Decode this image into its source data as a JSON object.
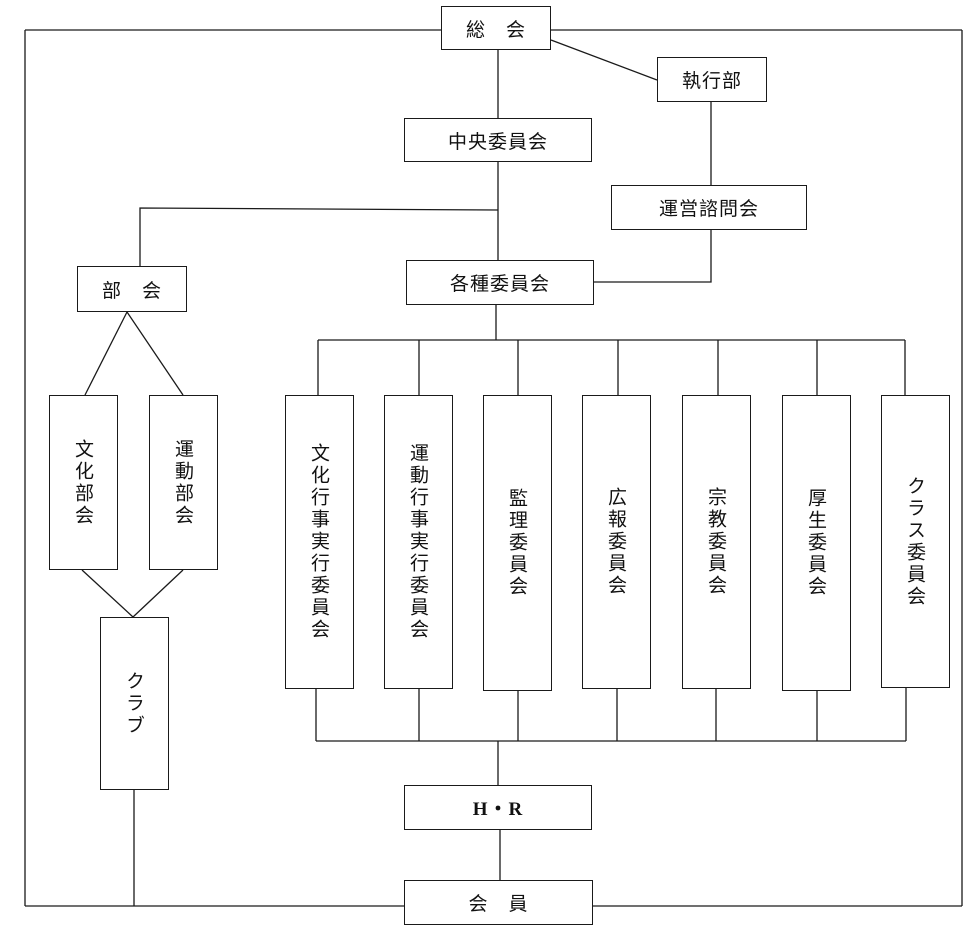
{
  "nodes": {
    "sokai": "総　会",
    "shikkobu": "執行部",
    "chuo_iinkai": "中央委員会",
    "unei_shimonkai": "運営諮問会",
    "kakushu_iinkai": "各種委員会",
    "bukai": "部　会",
    "bunka_bukai": "文化部会",
    "undo_bukai": "運動部会",
    "club": "クラブ",
    "bunka_gyoji": "文化行事実行委員会",
    "undo_gyoji": "運動行事実行委員会",
    "kanri": "監理委員会",
    "koho": "広報委員会",
    "shukyo": "宗教委員会",
    "kosei": "厚生委員会",
    "class": "クラス委員会",
    "hr": "H・R",
    "kaiin": "会　員"
  }
}
